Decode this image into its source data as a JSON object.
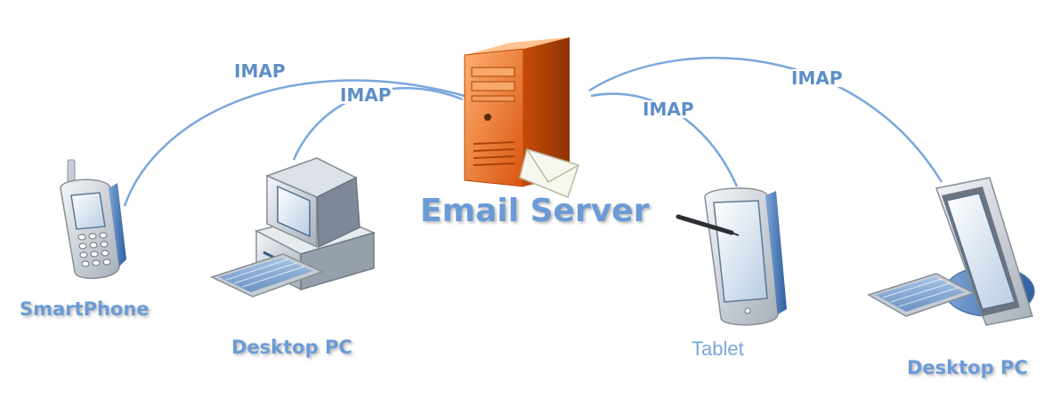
{
  "diagram": {
    "server_label": "Email Server",
    "devices": {
      "smartphone": "SmartPhone",
      "desktop_left": "Desktop PC",
      "tablet": "Tablet",
      "desktop_right": "Desktop PC"
    },
    "connections": [
      {
        "label": "IMAP"
      },
      {
        "label": "IMAP"
      },
      {
        "label": "IMAP"
      },
      {
        "label": "IMAP"
      }
    ]
  },
  "colors": {
    "label_blue": "#6b9bd6",
    "line_blue": "#7aa7dc",
    "server_orange": "#f07a2a"
  }
}
